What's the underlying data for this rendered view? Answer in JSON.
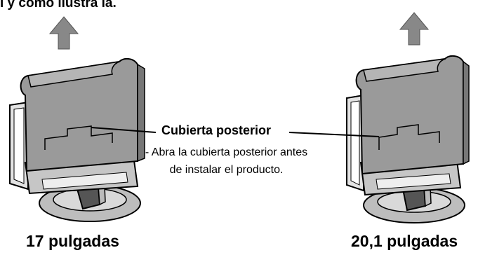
{
  "header": {
    "text": "l y como ilustra la."
  },
  "callout": {
    "title": "Cubierta posterior",
    "description": "- Abra la cubierta posterior antes de instalar el producto."
  },
  "labels": {
    "left": "17 pulgadas",
    "right": "20,1 pulgadas"
  },
  "icons": [
    "arrow-up-icon",
    "monitor-illustration",
    "back-cover-illustration"
  ]
}
